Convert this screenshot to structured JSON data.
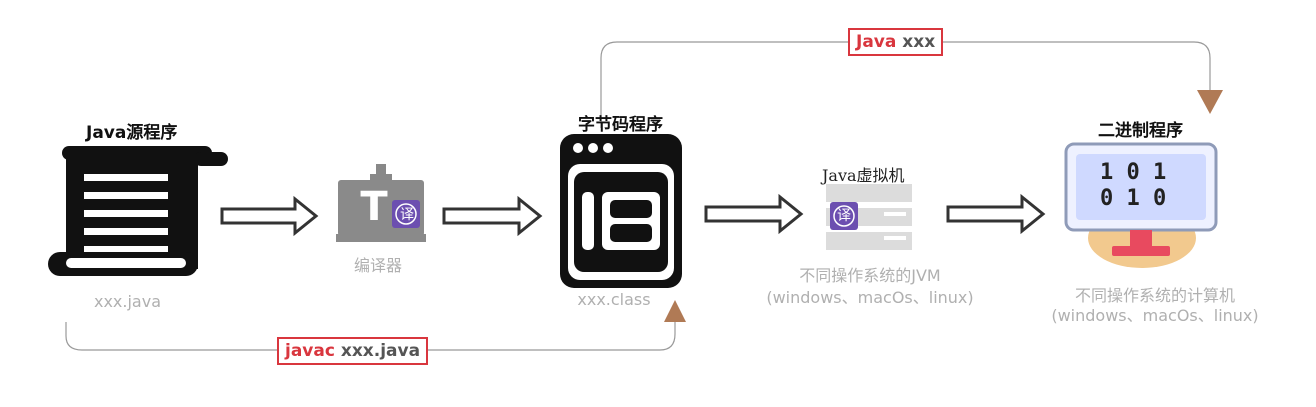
{
  "nodes": {
    "source": {
      "title": "Java源程序",
      "caption": "xxx.java"
    },
    "compiler": {
      "caption": "编译器",
      "badge": "译"
    },
    "bytecode": {
      "title": "字节码程序",
      "caption": "xxx.class"
    },
    "jvm": {
      "title": "Java虚拟机",
      "caption_line1": "不同操作系统的JVM",
      "caption_line2": "(windows、macOs、linux)",
      "badge": "译"
    },
    "binary": {
      "title": "二进制程序",
      "screen_line1": "1 0 1",
      "screen_line2": "0 1 0",
      "caption_line1": "不同操作系统的计算机",
      "caption_line2": "(windows、macOs、linux)"
    }
  },
  "commands": {
    "run": {
      "keyword": "Java",
      "arg": "xxx"
    },
    "compile": {
      "keyword": "javac",
      "arg": "xxx.java"
    }
  },
  "colors": {
    "command_border": "#d9363e",
    "arrowhead": "#b07a55",
    "caption": "#b0b0b0",
    "badge": "#6c4fb0"
  }
}
